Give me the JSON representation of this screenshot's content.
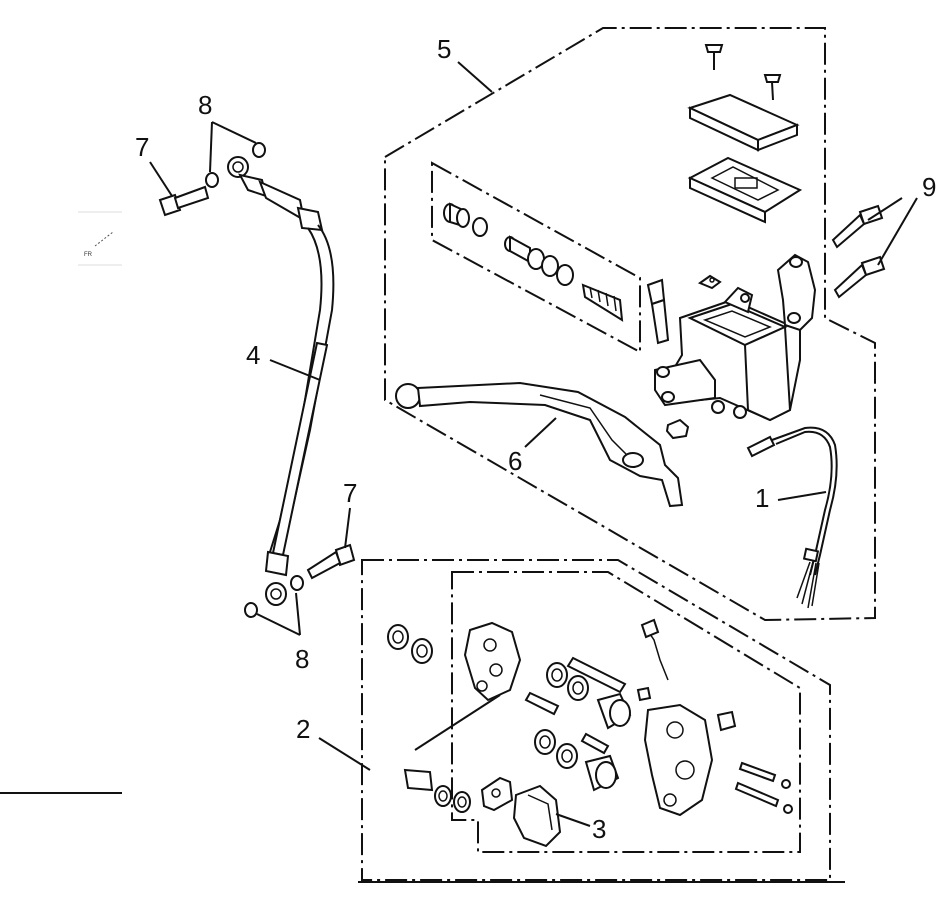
{
  "diagram": {
    "orientation_mark": "FR",
    "callouts": [
      {
        "id": "c1",
        "label": "1"
      },
      {
        "id": "c2",
        "label": "2"
      },
      {
        "id": "c3",
        "label": "3"
      },
      {
        "id": "c4",
        "label": "4"
      },
      {
        "id": "c5",
        "label": "5"
      },
      {
        "id": "c6",
        "label": "6"
      },
      {
        "id": "c7a",
        "label": "7"
      },
      {
        "id": "c7b",
        "label": "7"
      },
      {
        "id": "c8a",
        "label": "8"
      },
      {
        "id": "c8b",
        "label": "8"
      },
      {
        "id": "c9",
        "label": "9"
      }
    ]
  }
}
